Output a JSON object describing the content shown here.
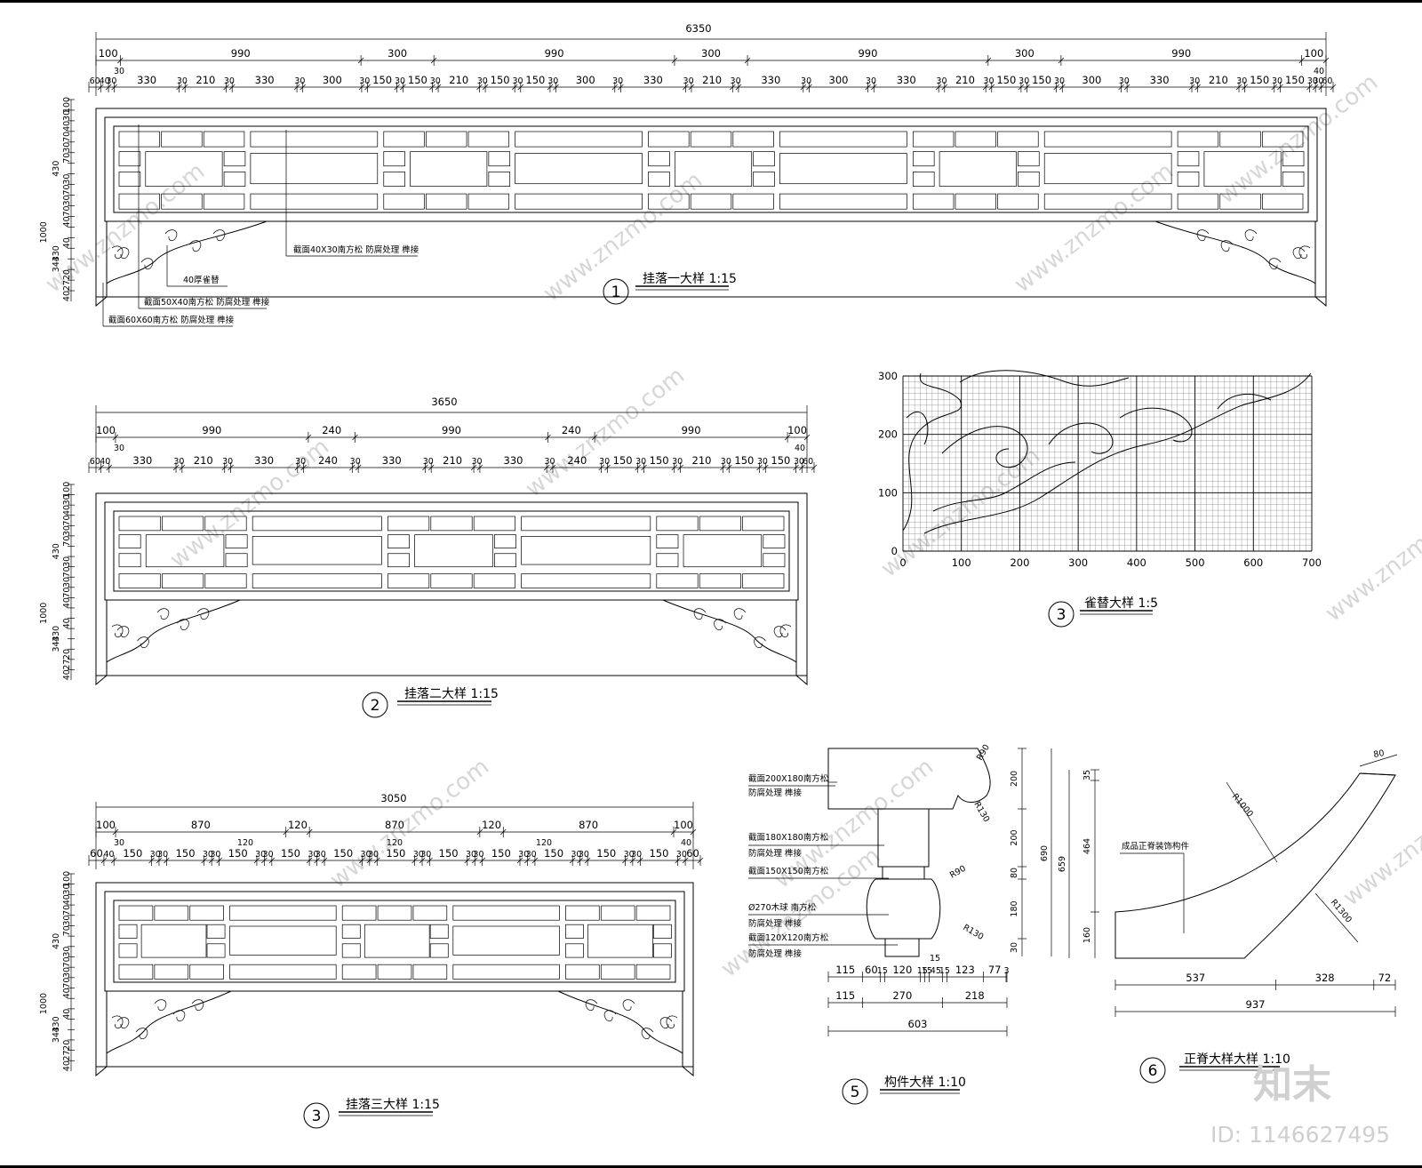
{
  "watermark": {
    "site": "www.znzmo.com",
    "brand": "知末",
    "id": "ID: 1146627495"
  },
  "panel1": {
    "no": "1",
    "title": "挂落一大样 1:15",
    "total": "6350",
    "row1": [
      "100",
      "990",
      "300",
      "990",
      "300",
      "990",
      "300",
      "990",
      "100"
    ],
    "row1b": [
      "30",
      "40"
    ],
    "row2": [
      "60",
      "40",
      "30",
      "330",
      "30",
      "210",
      "30",
      "330",
      "30",
      "300",
      "30",
      "150",
      "30",
      "150",
      "30",
      "210",
      "30",
      "150",
      "30",
      "150",
      "30",
      "300",
      "30",
      "330",
      "30",
      "210",
      "30",
      "330",
      "30",
      "300",
      "30",
      "330",
      "30",
      "210",
      "30",
      "150",
      "30",
      "150",
      "30",
      "300",
      "30",
      "330",
      "30",
      "210",
      "30",
      "150",
      "30",
      "150",
      "30",
      "30",
      "60"
    ],
    "left": [
      "100",
      "30",
      "40",
      "70",
      "30",
      "70",
      "430",
      "30",
      "70",
      "30",
      "70",
      "40",
      "1000",
      "40",
      "430",
      "343",
      "20",
      "27",
      "40"
    ],
    "notes": [
      "截面40X30南方松  防腐处理  榫接",
      "40厚雀替",
      "截面50X40南方松  防腐处理  榫接",
      "截面60X60南方松  防腐处理  榫接"
    ]
  },
  "panel2": {
    "no": "2",
    "title": "挂落二大样 1:15",
    "total": "3650",
    "row1": [
      "100",
      "990",
      "240",
      "990",
      "240",
      "990",
      "100"
    ],
    "row1b": [
      "30",
      "40"
    ],
    "row2": [
      "60",
      "40",
      "330",
      "30",
      "210",
      "30",
      "330",
      "30",
      "240",
      "30",
      "330",
      "30",
      "210",
      "30",
      "330",
      "30",
      "240",
      "30",
      "150",
      "30",
      "150",
      "30",
      "210",
      "30",
      "150",
      "30",
      "150",
      "30",
      "60"
    ],
    "left": [
      "100",
      "30",
      "40",
      "70",
      "30",
      "70",
      "430",
      "30",
      "70",
      "30",
      "70",
      "40",
      "1000",
      "40",
      "430",
      "343",
      "20",
      "27",
      "40"
    ]
  },
  "panel3": {
    "no": "3",
    "title": "挂落三大样 1:15",
    "total": "3050",
    "row1": [
      "100",
      "870",
      "120",
      "870",
      "120",
      "870",
      "100"
    ],
    "row1b": [
      "30",
      "120",
      "120",
      "120",
      "40"
    ],
    "row2": [
      "60",
      "40",
      "150",
      "30",
      "30",
      "150",
      "30",
      "30",
      "150",
      "30",
      "30",
      "150",
      "30",
      "30",
      "150",
      "30",
      "30",
      "150",
      "30",
      "30",
      "150",
      "30",
      "30",
      "150",
      "30",
      "30",
      "150",
      "30",
      "30",
      "150",
      "30",
      "30",
      "150",
      "30",
      "60"
    ],
    "left": [
      "100",
      "30",
      "40",
      "70",
      "30",
      "70",
      "430",
      "30",
      "70",
      "30",
      "70",
      "40",
      "1000",
      "40",
      "430",
      "343",
      "20",
      "27",
      "40"
    ]
  },
  "panel4": {
    "no": "3",
    "title": "雀替大样 1:5",
    "xticks": [
      "0",
      "100",
      "200",
      "300",
      "400",
      "500",
      "600",
      "700"
    ],
    "yticks": [
      "0",
      "100",
      "200",
      "300"
    ]
  },
  "panel5": {
    "no": "5",
    "title": "构件大样 1:10",
    "notes": [
      "截面200X180南方松",
      "防腐处理  榫接",
      "截面180X180南方松",
      "防腐处理  榫接",
      "截面150X150南方松",
      "Ø270木球  南方松",
      "防腐处理  榫接",
      "截面120X120南方松",
      "防腐处理  榫接"
    ],
    "radii": [
      "R90",
      "R130",
      "R90",
      "R130"
    ],
    "right_dims": [
      "200",
      "200",
      "80",
      "180",
      "30"
    ],
    "right_total": "690",
    "bot1": [
      "115",
      "60",
      "15",
      "120",
      "15",
      "15",
      "45",
      "15",
      "123",
      "77",
      "3"
    ],
    "bot1_mid": "15",
    "bot2": [
      "115",
      "270",
      "218"
    ],
    "bot3": "603"
  },
  "panel6": {
    "no": "6",
    "title": "正脊大样大样 1:10",
    "note": "成品正脊装饰构件",
    "radii": [
      "R1000",
      "R1300"
    ],
    "top": "80",
    "left": [
      "35",
      "464",
      "160"
    ],
    "left_total": "659",
    "bot1": [
      "537",
      "328",
      "72"
    ],
    "bot2": "937"
  }
}
